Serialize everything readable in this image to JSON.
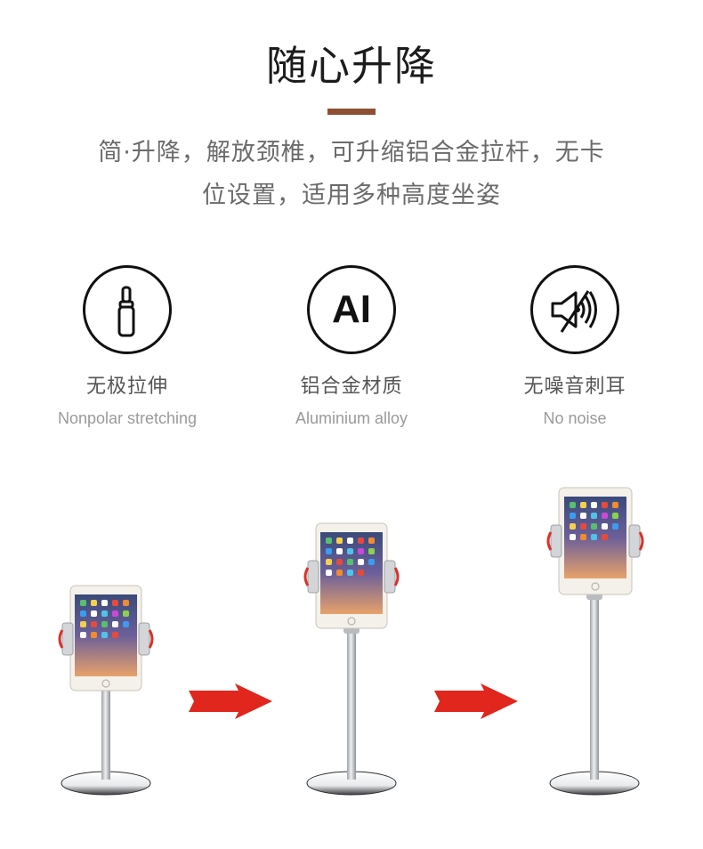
{
  "header": {
    "title": "随心升降"
  },
  "description": {
    "line1": "简·升降，解放颈椎，可升缩铝合金拉杆，无卡",
    "line2": "位设置，适用多种高度坐姿"
  },
  "features": [
    {
      "icon": "stretch-rod-icon",
      "icon_text": "",
      "title_cn": "无极拉伸",
      "title_en": "Nonpolar stretching"
    },
    {
      "icon": "ai-icon",
      "icon_text": "AI",
      "title_cn": "铝合金材质",
      "title_en": "Aluminium alloy"
    },
    {
      "icon": "no-noise-speaker-icon",
      "icon_text": "",
      "title_cn": "无噪音刺耳",
      "title_en": "No noise"
    }
  ],
  "colors": {
    "accent_bar": "#8e4f35",
    "arrow_red": "#e0261d",
    "tablet_frame": "#f4f1ea",
    "pole_silver": "#c9cccf"
  },
  "stand_heights": [
    "low",
    "medium",
    "high"
  ]
}
